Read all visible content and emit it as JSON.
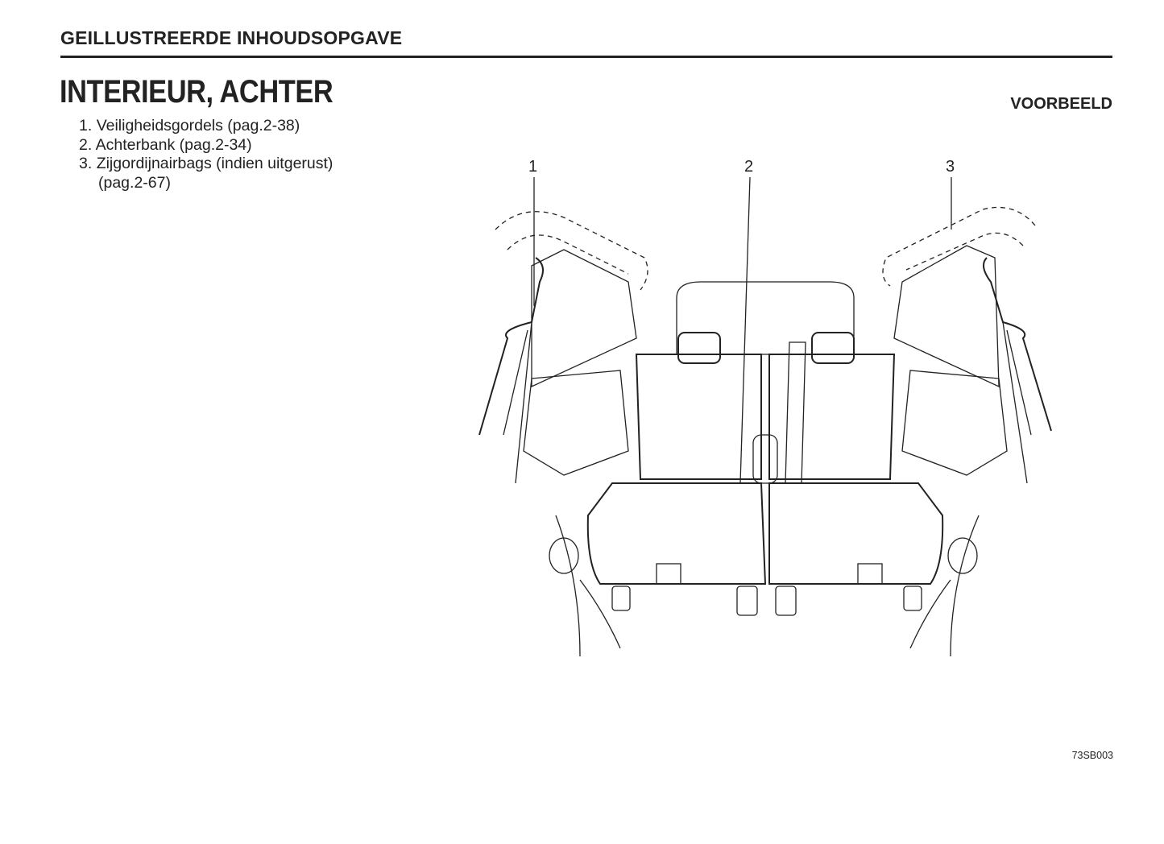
{
  "header": {
    "section_title": "GEILLUSTREERDE INHOUDSOPGAVE"
  },
  "page": {
    "title": "INTERIEUR, ACHTER",
    "items": [
      {
        "number": "1.",
        "text": "Veiligheidsgordels (pag.2-38)"
      },
      {
        "number": "2.",
        "text": "Achterbank (pag.2-34)"
      },
      {
        "number": "3.",
        "text": "Zijgordijnairbags (indien uitgerust)",
        "continuation": "(pag.2-67)"
      }
    ],
    "sample_label": "VOORBEELD"
  },
  "illustration": {
    "callouts": [
      "1",
      "2",
      "3"
    ],
    "figure_code": "73SB003"
  }
}
